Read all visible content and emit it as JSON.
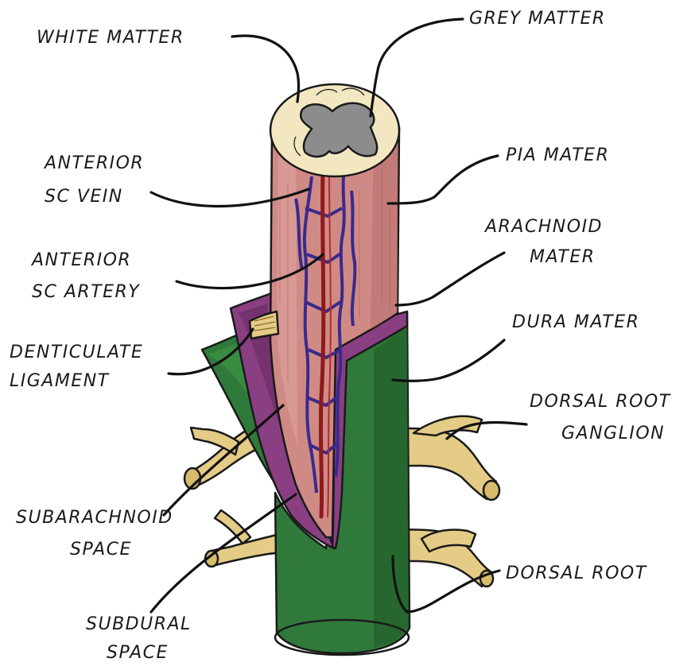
{
  "labels": {
    "white_matter": "WHITE MATTER",
    "grey_matter": "GREY MATTER",
    "anterior_sc_vein": [
      "ANTERIOR",
      "SC VEIN"
    ],
    "pia_mater": "PIA MATER",
    "arachnoid_mater": [
      "ARACHNOID",
      "MATER"
    ],
    "anterior_sc_artery": [
      "ANTERIOR",
      "SC ARTERY"
    ],
    "dura_mater": "DURA MATER",
    "denticulate_ligament": [
      "DENTICULATE",
      "LIGAMENT"
    ],
    "dorsal_root_ganglion": [
      "DORSAL ROOT",
      "GANGLION"
    ],
    "subarachnoid_space": [
      "SUBARACHNOID",
      "SPACE"
    ],
    "dorsal_root": "DORSAL ROOT",
    "subdural_space": [
      "SUBDURAL",
      "SPACE"
    ]
  },
  "colors": {
    "white_matter": "#f3e7c2",
    "grey_matter": "#8c8c8c",
    "pia_mater": "#cf8a86",
    "arachnoid_mater": "#8a3f82",
    "dura_mater": "#2f7a3a",
    "dura_light": "#3f9a48",
    "nerve_root": "#e4cc86",
    "vein": "#3a2a8c",
    "artery": "#8e1a1a",
    "outline": "#1a1a1a"
  }
}
